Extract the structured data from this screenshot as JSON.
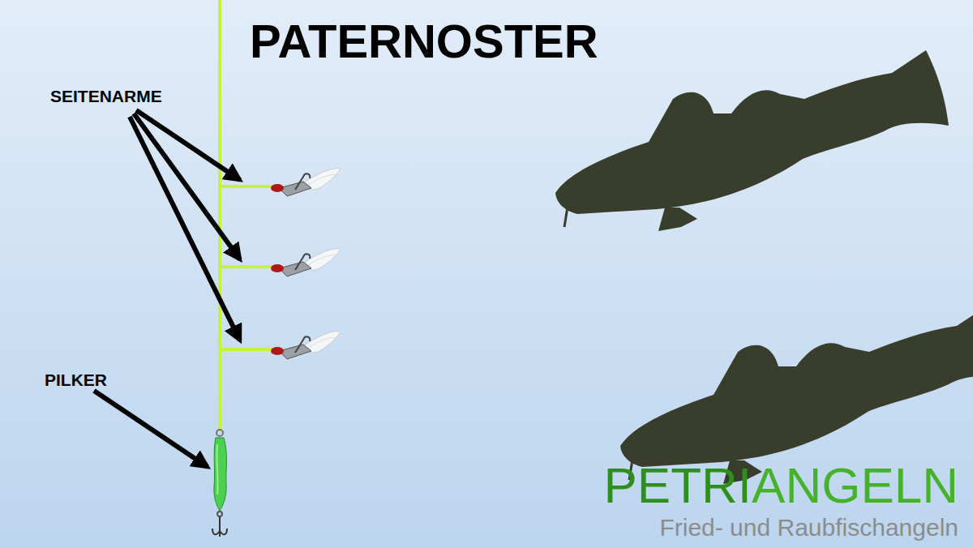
{
  "diagram": {
    "title": "PATERNOSTER",
    "labels": [
      "SEITENARME",
      "PILKER",
      "PETRIANGELN",
      "Fried- und Raubfischangeln"
    ]
  }
}
